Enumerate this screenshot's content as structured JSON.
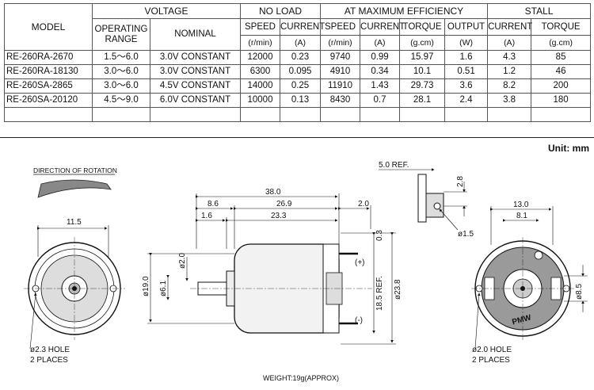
{
  "table": {
    "group_headers": [
      "MODEL",
      "VOLTAGE",
      "NO LOAD",
      "AT MAXIMUM EFFICIENCY",
      "STALL"
    ],
    "sub_headers": [
      "OPERATING RANGE",
      "NOMINAL",
      "SPEED",
      "CURRENT",
      "SPEED",
      "CURRENT",
      "TORQUE",
      "OUTPUT",
      "CURRENT",
      "TORQUE"
    ],
    "units": [
      "(r/min)",
      "(A)",
      "(r/min)",
      "(A)",
      "(g.cm)",
      "(W)",
      "(A)",
      "(g.cm)"
    ],
    "rows": [
      [
        "RE-260RA-2670",
        "1.5～6.0",
        "3.0V CONSTANT",
        "12000",
        "0.23",
        "9740",
        "0.99",
        "15.97",
        "1.6",
        "4.3",
        "85"
      ],
      [
        "RE-260RA-18130",
        "3.0～6.0",
        "3.0V CONSTANT",
        "6300",
        "0.095",
        "4910",
        "0.34",
        "10.1",
        "0.51",
        "1.2",
        "46"
      ],
      [
        "RE-260SA-2865",
        "3.0～6.0",
        "4.5V CONSTANT",
        "14000",
        "0.25",
        "11910",
        "1.43",
        "29.73",
        "3.6",
        "8.2",
        "200"
      ],
      [
        "RE-260SA-20120",
        "4.5～9.0",
        "6.0V CONSTANT",
        "10000",
        "0.13",
        "8430",
        "0.7",
        "28.1",
        "2.4",
        "3.8",
        "180"
      ]
    ]
  },
  "drawing": {
    "unit_label": "Unit: mm",
    "direction_label": "DIRECTION OF ROTATION",
    "front_left": {
      "dim_top": "11.5",
      "hole_label": "ø2.3 HOLE",
      "hole_count": "2 PLACES"
    },
    "side": {
      "dim_total": "38.0",
      "dim_a": "8.6",
      "dim_b": "26.9",
      "dim_c": "2.0",
      "dim_d": "1.6",
      "dim_e": "23.3",
      "dim_f": "0.3",
      "left_dims": [
        "ø19.0",
        "ø6.1",
        "ø2.0"
      ],
      "right_dims": [
        "18.5 REF.",
        "ø23.8"
      ],
      "plus": "(+)",
      "minus": "(-)"
    },
    "terminal": {
      "ref": "5.0 REF.",
      "dim_h": "2.8",
      "hole": "ø1.5"
    },
    "rear": {
      "dim_w": "13.0",
      "dim_inner": "8.1",
      "dim_right": "ø8.5",
      "brand": "PMW",
      "hole_label": "ø2.0 HOLE",
      "hole_count": "2 PLACES"
    },
    "weight": "WEIGHT:19g(APPROX)"
  }
}
